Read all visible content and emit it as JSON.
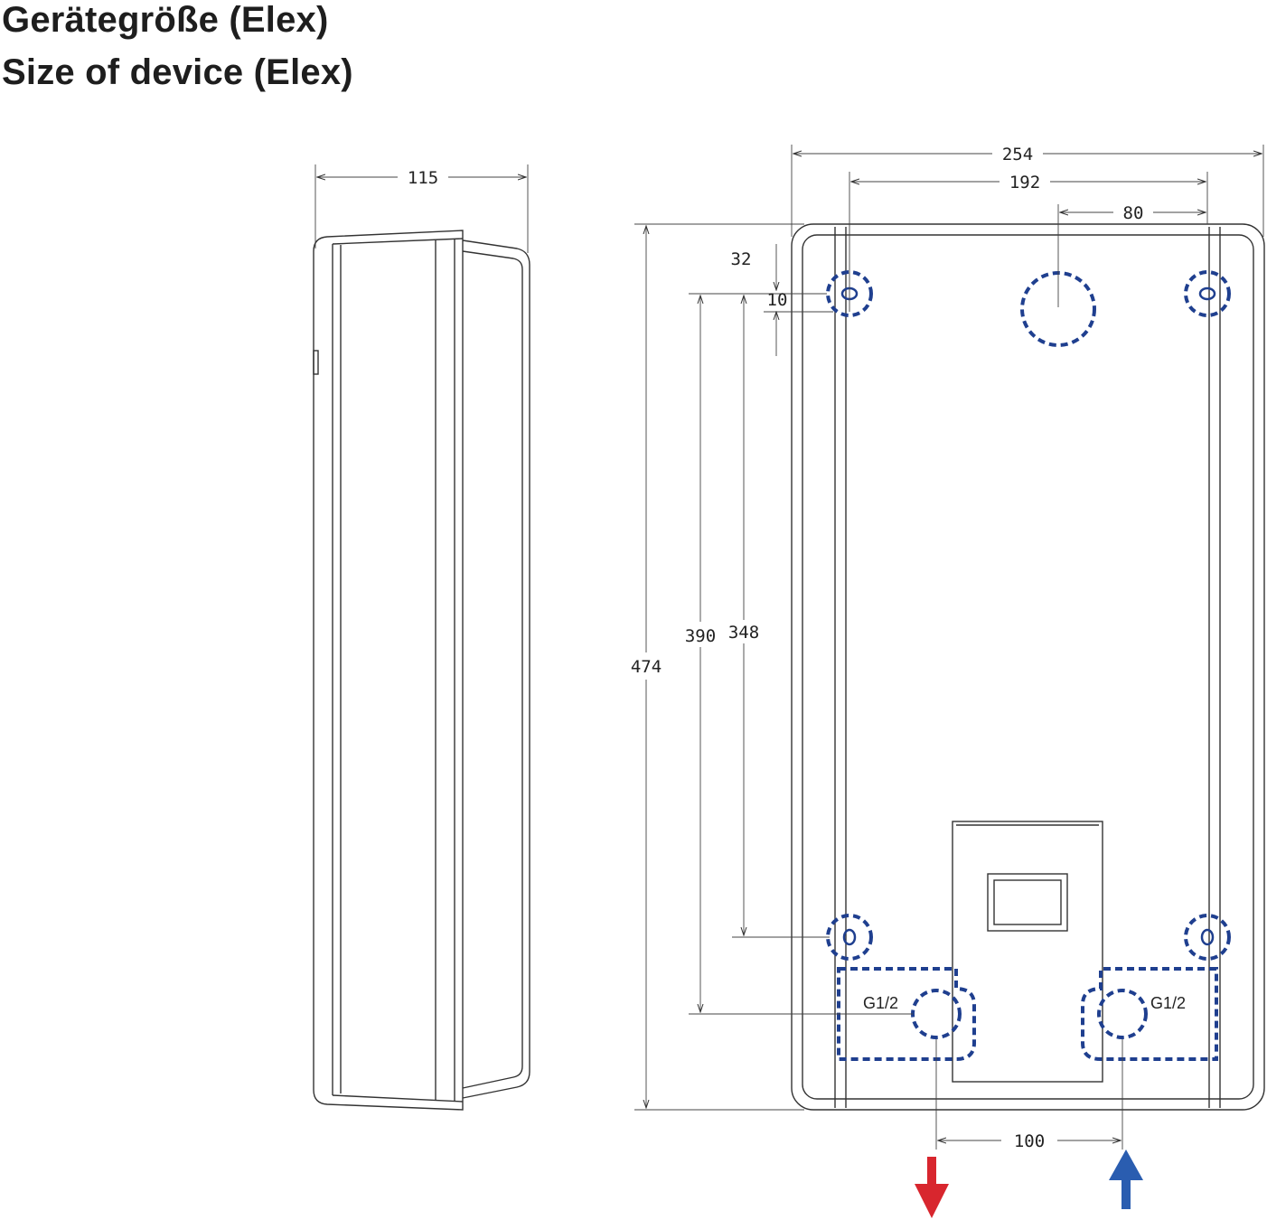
{
  "title_de": "Gerätegröße (Elex)",
  "title_en": "Size of device (Elex)",
  "dimensions": {
    "side_depth": "115",
    "width_total": "254",
    "mount_spacing": "192",
    "center_offset": "80",
    "top_offset": "32",
    "hole_offset": "10",
    "height_total": "474",
    "connection_height": "390",
    "mount_vertical": "348",
    "connection_spacing": "100"
  },
  "connections": {
    "left": "G1/2",
    "right": "G1/2"
  },
  "colors": {
    "outline": "#333333",
    "dashed_marks": "#1f3f8f",
    "hot_arrow": "#d8262e",
    "cold_arrow": "#2a5db0"
  }
}
